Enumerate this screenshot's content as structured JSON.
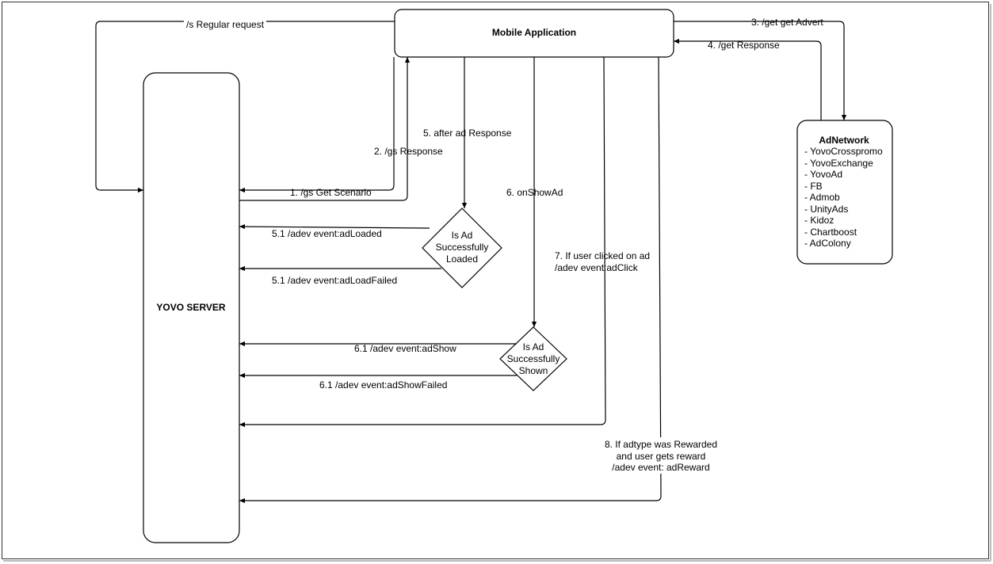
{
  "nodes": {
    "mobile_app": "Mobile Application",
    "server": "YOVO SERVER",
    "adnetwork": {
      "title": "AdNetwork",
      "items": [
        "- YovoCrosspromo",
        "- YovoExchange",
        "- YovoAd",
        "- FB",
        "- Admob",
        "- UnityAds",
        "- Kidoz",
        "- Chartboost",
        "- AdColony"
      ]
    },
    "decision_loaded": [
      "Is Ad",
      "Successfully",
      "Loaded"
    ],
    "decision_shown": [
      "Is Ad",
      "Successfully",
      "Shown"
    ]
  },
  "edges": {
    "regular_request": "/s Regular request",
    "get_advert": "3. /get get Advert",
    "get_response": "4. /get Response",
    "gs_get_scenario": "1. /gs Get Scenario",
    "gs_response": "2. /gs Response",
    "after_ad_response": "5. after ad Response",
    "on_show_ad": "6. onShowAd",
    "ad_loaded": "5.1 /adev event:adLoaded",
    "ad_load_failed": "5.1 /adev event:adLoadFailed",
    "ad_show": "6.1 /adev event:adShow",
    "ad_show_failed": "6.1 /adev event:adShowFailed",
    "ad_click": [
      "7. If user clicked on ad",
      "/adev event:adClick"
    ],
    "ad_reward": [
      "8. If adtype was Rewarded",
      "and user gets reward",
      "/adev event: adReward"
    ]
  }
}
